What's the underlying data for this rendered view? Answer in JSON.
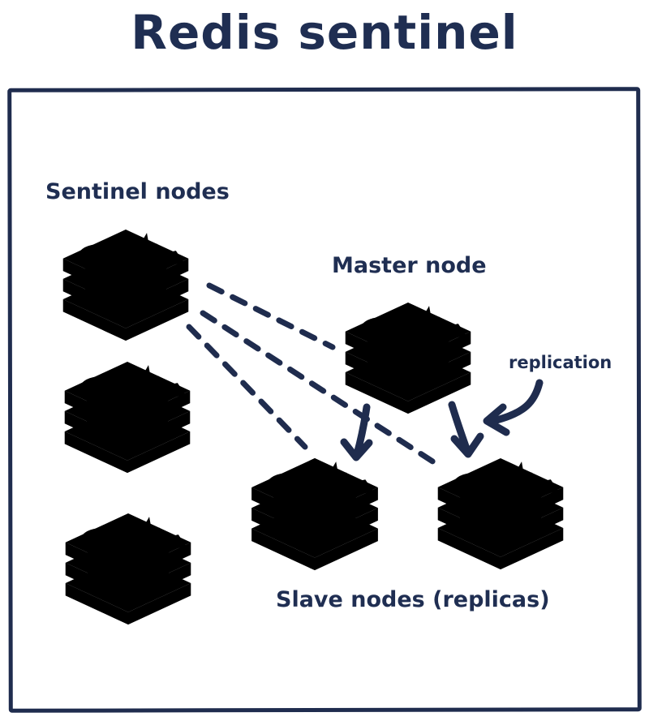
{
  "title": "Redis sentinel",
  "labels": {
    "sentinel": "Sentinel nodes",
    "master": "Master node",
    "replication": "replication",
    "slaves": "Slave nodes (replicas)"
  },
  "colors": {
    "navy_text": "#1f2e52",
    "outline": "#1f2c4e",
    "white": "#ffffff",
    "sentinel_body": "#564a4b",
    "sentinel_top": "#5e5254",
    "sentinel_dark": "#453a3c",
    "master_body": "#cc352d",
    "master_top": "#d8473c",
    "master_dark": "#a82b26",
    "slave_body": "#d2982f",
    "slave_top": "#dba43e",
    "slave_dark": "#b07f28"
  },
  "nodes": [
    {
      "id": "sentinel-1",
      "type": "sentinel",
      "label_ref": "Sentinel nodes"
    },
    {
      "id": "sentinel-2",
      "type": "sentinel",
      "label_ref": "Sentinel nodes"
    },
    {
      "id": "sentinel-3",
      "type": "sentinel",
      "label_ref": "Sentinel nodes"
    },
    {
      "id": "master",
      "type": "master",
      "label_ref": "Master node"
    },
    {
      "id": "slave-1",
      "type": "slave",
      "label_ref": "Slave nodes (replicas)"
    },
    {
      "id": "slave-2",
      "type": "slave",
      "label_ref": "Slave nodes (replicas)"
    }
  ],
  "edges": [
    {
      "from": "sentinel-1",
      "to": "master",
      "style": "dashed",
      "meaning": "sentinel monitoring"
    },
    {
      "from": "sentinel-1",
      "to": "slave-2",
      "style": "dashed",
      "meaning": "sentinel monitoring"
    },
    {
      "from": "sentinel-1",
      "to": "slave-1",
      "style": "dashed",
      "meaning": "sentinel monitoring"
    },
    {
      "from": "master",
      "to": "slave-1",
      "style": "solid-arrow",
      "meaning": "replication"
    },
    {
      "from": "master",
      "to": "slave-2",
      "style": "solid-arrow",
      "meaning": "replication"
    },
    {
      "from": "replication-label",
      "to": "master-slave-2-arrow",
      "style": "curved-arrow",
      "meaning": "annotation pointer"
    }
  ]
}
